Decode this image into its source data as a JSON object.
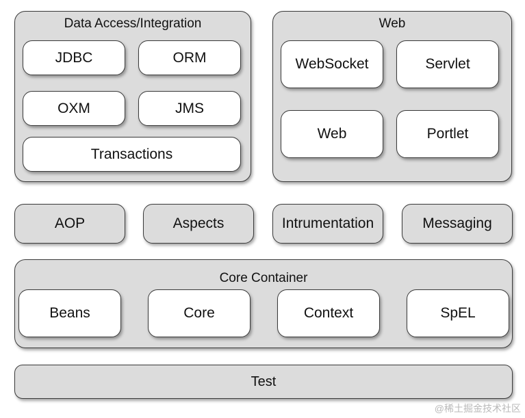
{
  "data_access": {
    "title": "Data Access/Integration",
    "jdbc": "JDBC",
    "orm": "ORM",
    "oxm": "OXM",
    "jms": "JMS",
    "transactions": "Transactions"
  },
  "web": {
    "title": "Web",
    "websocket": "WebSocket",
    "servlet": "Servlet",
    "web": "Web",
    "portlet": "Portlet"
  },
  "middle": {
    "aop": "AOP",
    "aspects": "Aspects",
    "instrumentation": "Intrumentation",
    "messaging": "Messaging"
  },
  "core_container": {
    "title": "Core Container",
    "beans": "Beans",
    "core": "Core",
    "context": "Context",
    "spel": "SpEL"
  },
  "test": {
    "label": "Test"
  },
  "watermark": "@稀土掘金技术社区"
}
